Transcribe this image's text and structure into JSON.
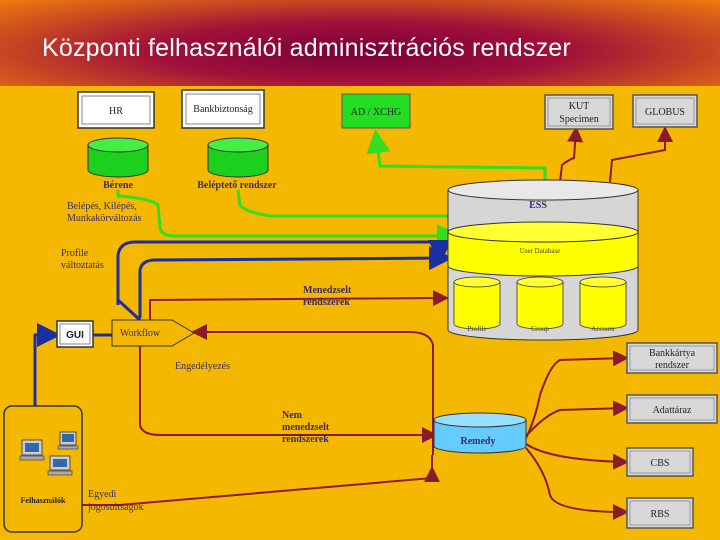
{
  "title": "Központi felhasználói adminisztrációs rendszer",
  "nodes": {
    "hr": "HR",
    "bankbiztonsag": "Bankbiztonság",
    "berene": "Bérene",
    "beleptető": "Beléptető rendszer",
    "ad_xchg": "AD / XCHG",
    "kut_line1": "KUT",
    "kut_line2": "Specimen",
    "globus": "GLOBUS",
    "ess": "ESS",
    "user_db": "User Database",
    "profile": "Profile",
    "group": "Group",
    "account": "Account",
    "gui": "GUI",
    "workflow": "Workflow",
    "remedy": "Remedy",
    "bankkartya_line1": "Bankkártya",
    "bankkartya_line2": "rendszer",
    "adattarаz": "Adattáraz",
    "cbs": "CBS",
    "rbs": "RBS",
    "felhasznalok": "Felhasználók"
  },
  "labels": {
    "belepes_1": "Belépés, Kilépés,",
    "belepes_2": "Munkakörváltozás",
    "profile_1": "Profile",
    "profile_2": "változtatás",
    "menedzselt_1": "Menedzselt",
    "menedzselt_2": "rendszerek",
    "engedelyezes": "Engedélyezés",
    "nem_1": "Nem",
    "nem_2": "menedzselt",
    "nem_3": "rendszerek",
    "egyedi_1": "Egyedi",
    "egyedi_2": "jogosultságok"
  },
  "colors": {
    "background": "#f5b800",
    "green_db": "#1ed01e",
    "yellow_db": "#ffff00",
    "green_line": "#33dd22",
    "blue_line": "#1a2fa0",
    "maroon_line": "#8b1a2a",
    "box_fill": "#d8d8d8"
  }
}
